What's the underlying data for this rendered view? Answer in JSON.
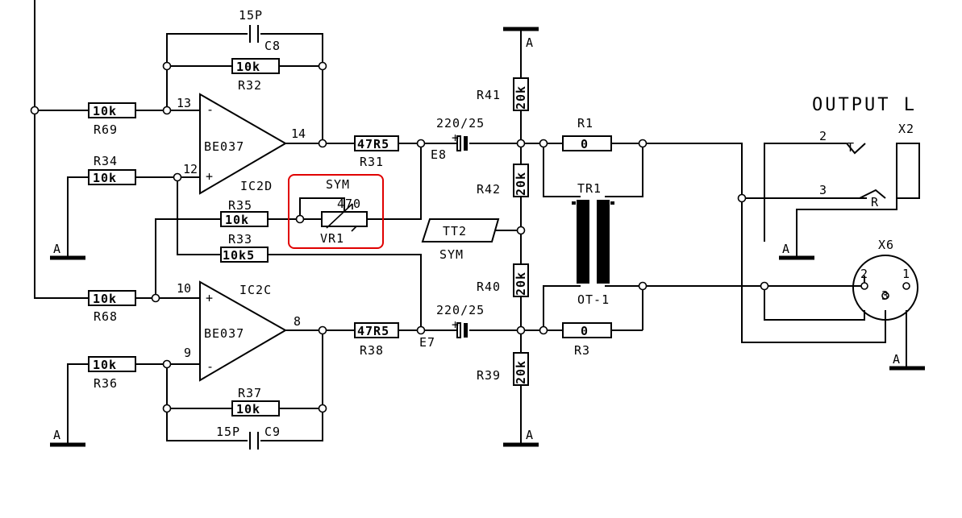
{
  "title": "OUTPUT L",
  "ground_label": "A",
  "resistors": {
    "R69": {
      "name": "R69",
      "value": "10k"
    },
    "R34": {
      "name": "R34",
      "value": "10k"
    },
    "R32": {
      "name": "R32",
      "value": "10k"
    },
    "R35": {
      "name": "R35",
      "value": "10k"
    },
    "R33": {
      "name": "R33",
      "value": "10k5"
    },
    "R68": {
      "name": "R68",
      "value": "10k"
    },
    "R36": {
      "name": "R36",
      "value": "10k"
    },
    "R37": {
      "name": "R37",
      "value": "10k"
    },
    "R31": {
      "name": "R31",
      "value": "47R5"
    },
    "R38": {
      "name": "R38",
      "value": "47R5"
    },
    "R41": {
      "name": "R41",
      "value": "20k"
    },
    "R42": {
      "name": "R42",
      "value": "20k"
    },
    "R40": {
      "name": "R40",
      "value": "20k"
    },
    "R39": {
      "name": "R39",
      "value": "20k"
    },
    "R1": {
      "name": "R1",
      "value": "0"
    },
    "R3": {
      "name": "R3",
      "value": "0"
    }
  },
  "capacitors": {
    "C8": {
      "name": "C8",
      "value": "15P"
    },
    "C9": {
      "name": "C9",
      "value": "15P"
    },
    "E8": {
      "name": "E8",
      "value": "220/25"
    },
    "E7": {
      "name": "E7",
      "value": "220/25"
    }
  },
  "opamps": {
    "ic2d": {
      "name": "IC2D",
      "part": "BE037",
      "pin_minus": "13",
      "pin_plus": "12",
      "pin_out": "14"
    },
    "ic2c": {
      "name": "IC2C",
      "part": "BE037",
      "pin_plus": "10",
      "pin_minus": "9",
      "pin_out": "8"
    }
  },
  "trimmer": {
    "label": "SYM",
    "value": "470",
    "name": "VR1"
  },
  "testpoint": {
    "name": "TT2",
    "label": "SYM"
  },
  "transformer": {
    "name": "TR1",
    "part": "OT-1"
  },
  "jack": {
    "name": "X2",
    "pin_t": "2",
    "pin_r": "3",
    "tip": "T",
    "ring": "R"
  },
  "xlr": {
    "name": "X6",
    "pin2": "2",
    "pin3": "3",
    "pin1": "1"
  }
}
